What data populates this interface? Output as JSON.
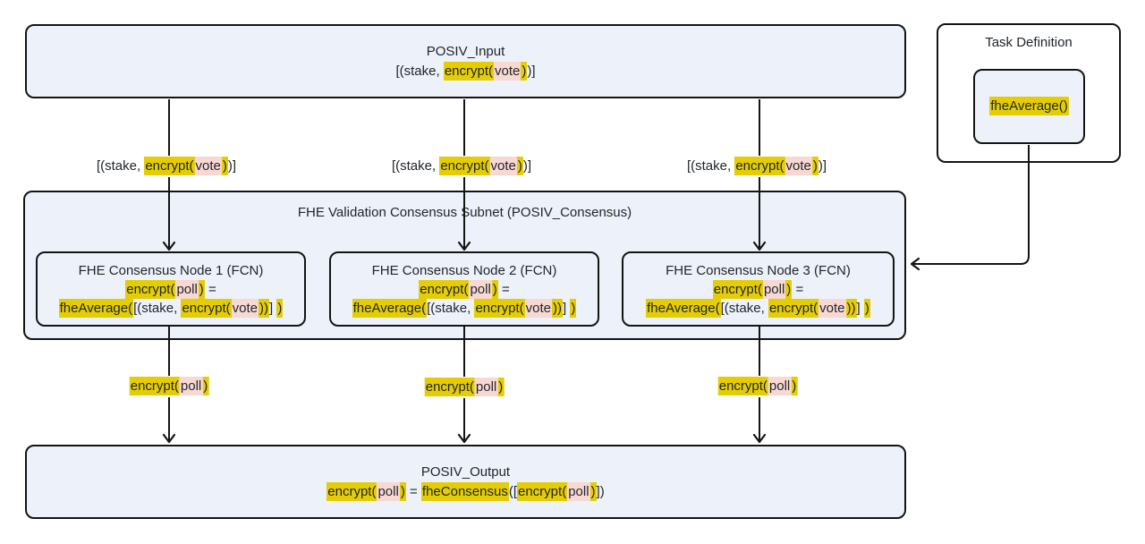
{
  "colors": {
    "box_fill": "#edf2fa",
    "box_border": "#141414",
    "highlight_yellow": "#e5cd05",
    "highlight_pink": "#f8d8d3",
    "text": "#21262b",
    "edge_label_bg": "#ffffff"
  },
  "input": {
    "title": "POSIV_Input",
    "formula": [
      {
        "t": "[(stake, ",
        "h": "n"
      },
      {
        "t": "encrypt(",
        "h": "y"
      },
      {
        "t": "vote",
        "h": "p"
      },
      {
        "t": ")",
        "h": "y"
      },
      {
        "t": ")]",
        "h": "n"
      }
    ]
  },
  "subnet": {
    "title": "FHE Validation Consensus Subnet (POSIV_Consensus)",
    "nodes": [
      {
        "title": "FHE Consensus Node 1 (FCN)",
        "equation": [
          {
            "t": "encrypt(",
            "h": "y"
          },
          {
            "t": "poll",
            "h": "p"
          },
          {
            "t": ")",
            "h": "y"
          },
          {
            "t": " =",
            "h": "n"
          }
        ],
        "function": [
          {
            "t": "fheAverage(",
            "h": "y"
          },
          {
            "t": "[(stake, ",
            "h": "n"
          },
          {
            "t": "encrypt(",
            "h": "y"
          },
          {
            "t": "vote",
            "h": "p"
          },
          {
            "t": "))",
            "h": "y"
          },
          {
            "t": "] ",
            "h": "n"
          },
          {
            "t": ")",
            "h": "y"
          }
        ]
      },
      {
        "title": "FHE Consensus Node 2 (FCN)",
        "equation": [
          {
            "t": "encrypt(",
            "h": "y"
          },
          {
            "t": "poll",
            "h": "p"
          },
          {
            "t": ")",
            "h": "y"
          },
          {
            "t": " =",
            "h": "n"
          }
        ],
        "function": [
          {
            "t": "fheAverage(",
            "h": "y"
          },
          {
            "t": "[(stake, ",
            "h": "n"
          },
          {
            "t": "encrypt(",
            "h": "y"
          },
          {
            "t": "vote",
            "h": "p"
          },
          {
            "t": "))",
            "h": "y"
          },
          {
            "t": "] ",
            "h": "n"
          },
          {
            "t": ")",
            "h": "y"
          }
        ]
      },
      {
        "title": "FHE Consensus Node 3 (FCN)",
        "equation": [
          {
            "t": "encrypt(",
            "h": "y"
          },
          {
            "t": "poll",
            "h": "p"
          },
          {
            "t": ")",
            "h": "y"
          },
          {
            "t": " =",
            "h": "n"
          }
        ],
        "function": [
          {
            "t": "fheAverage(",
            "h": "y"
          },
          {
            "t": "[(stake, ",
            "h": "n"
          },
          {
            "t": "encrypt(",
            "h": "y"
          },
          {
            "t": "vote",
            "h": "p"
          },
          {
            "t": "))",
            "h": "y"
          },
          {
            "t": "] ",
            "h": "n"
          },
          {
            "t": ")",
            "h": "y"
          }
        ]
      }
    ]
  },
  "output": {
    "title": "POSIV_Output",
    "formula": [
      {
        "t": "encrypt(",
        "h": "y"
      },
      {
        "t": "poll",
        "h": "p"
      },
      {
        "t": ")",
        "h": "y"
      },
      {
        "t": " = ",
        "h": "n"
      },
      {
        "t": "fheConsensus",
        "h": "y"
      },
      {
        "t": "([",
        "h": "n"
      },
      {
        "t": "encrypt(",
        "h": "y"
      },
      {
        "t": "poll",
        "h": "p"
      },
      {
        "t": ")",
        "h": "y"
      },
      {
        "t": "])",
        "h": "n"
      }
    ]
  },
  "task": {
    "title": "Task Definition",
    "function": [
      {
        "t": "fheAverage()",
        "h": "y"
      }
    ]
  },
  "edges": {
    "input_to_nodes": [
      {
        "label": [
          {
            "t": "[(stake, ",
            "h": "n"
          },
          {
            "t": "encrypt(",
            "h": "y"
          },
          {
            "t": "vote",
            "h": "p"
          },
          {
            "t": ")",
            "h": "y"
          },
          {
            "t": ")]",
            "h": "n"
          }
        ]
      },
      {
        "label": [
          {
            "t": "[(stake, ",
            "h": "n"
          },
          {
            "t": "encrypt(",
            "h": "y"
          },
          {
            "t": "vote",
            "h": "p"
          },
          {
            "t": ")",
            "h": "y"
          },
          {
            "t": ")]",
            "h": "n"
          }
        ]
      },
      {
        "label": [
          {
            "t": "[(stake, ",
            "h": "n"
          },
          {
            "t": "encrypt(",
            "h": "y"
          },
          {
            "t": "vote",
            "h": "p"
          },
          {
            "t": ")",
            "h": "y"
          },
          {
            "t": ")]",
            "h": "n"
          }
        ]
      }
    ],
    "nodes_to_output": [
      {
        "label": [
          {
            "t": "encrypt(",
            "h": "y"
          },
          {
            "t": "poll",
            "h": "p"
          },
          {
            "t": ")",
            "h": "y"
          }
        ]
      },
      {
        "label": [
          {
            "t": "encrypt(",
            "h": "y"
          },
          {
            "t": "poll",
            "h": "p"
          },
          {
            "t": ")",
            "h": "y"
          }
        ]
      },
      {
        "label": [
          {
            "t": "encrypt(",
            "h": "y"
          },
          {
            "t": "poll",
            "h": "p"
          },
          {
            "t": ")",
            "h": "y"
          }
        ]
      }
    ]
  }
}
